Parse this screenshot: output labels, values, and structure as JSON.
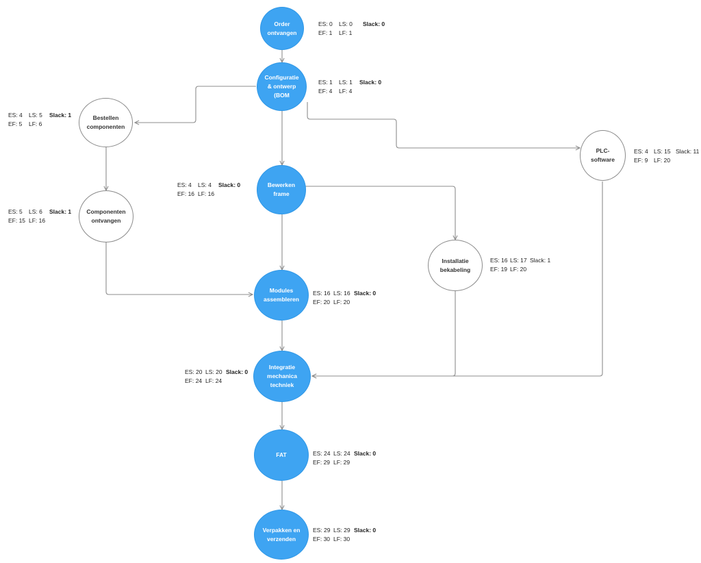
{
  "colors": {
    "critical": "#3ea4f2",
    "normal": "#ffffff",
    "edge": "#8c8c8c"
  },
  "nodes": {
    "order": {
      "label": "Order\nontvangen",
      "es": "ES: 0",
      "ls": "LS: 0",
      "slack": "Slack: 0",
      "ef": "EF: 1",
      "lf": "LF: 1"
    },
    "config": {
      "label": "Configuratie\n& ontwerp\n(BOM",
      "es": "ES: 1",
      "ls": "LS: 1",
      "slack": "Slack: 0",
      "ef": "EF: 4",
      "lf": "LF: 4"
    },
    "bestellen": {
      "label": "Bestellen\ncomponenten",
      "es": "ES: 4",
      "ls": "LS: 5",
      "slack": "Slack: 1",
      "ef": "EF: 5",
      "lf": "LF: 6"
    },
    "plc": {
      "label": "PLC-\nsoftware",
      "es": "ES: 4",
      "ls": "LS: 15",
      "slack": "Slack: 11",
      "ef": "EF: 9",
      "lf": "LF: 20"
    },
    "bewerken": {
      "label": "Bewerken\nframe",
      "es": "ES: 4",
      "ls": "LS: 4",
      "slack": "Slack: 0",
      "ef": "EF: 16",
      "lf": "LF: 16"
    },
    "componenten": {
      "label": "Componenten\nontvangen",
      "es": "ES: 5",
      "ls": "LS: 6",
      "slack": "Slack: 1",
      "ef": "EF: 15",
      "lf": "LF: 16"
    },
    "installatie": {
      "label": "Installatie\nbekabeling",
      "es": "ES: 16",
      "ls": "LS: 17",
      "slack": "Slack: 1",
      "ef": "EF: 19",
      "lf": "LF: 20"
    },
    "modules": {
      "label": "Modules\nassembleren",
      "es": "ES: 16",
      "ls": "LS: 16",
      "slack": "Slack: 0",
      "ef": "EF: 20",
      "lf": "LF: 20"
    },
    "integratie": {
      "label": "Integratie\nmechanica\ntechniek",
      "es": "ES: 20",
      "ls": "LS: 20",
      "slack": "Slack: 0",
      "ef": "EF: 24",
      "lf": "LF: 24"
    },
    "fat": {
      "label": "FAT",
      "es": "ES: 24",
      "ls": "LS: 24",
      "slack": "Slack: 0",
      "ef": "EF: 29",
      "lf": "LF: 29"
    },
    "verpakken": {
      "label": "Verpakken en\nverzenden",
      "es": "ES: 29",
      "ls": "LS: 29",
      "slack": "Slack: 0",
      "ef": "EF: 30",
      "lf": "LF: 30"
    }
  }
}
